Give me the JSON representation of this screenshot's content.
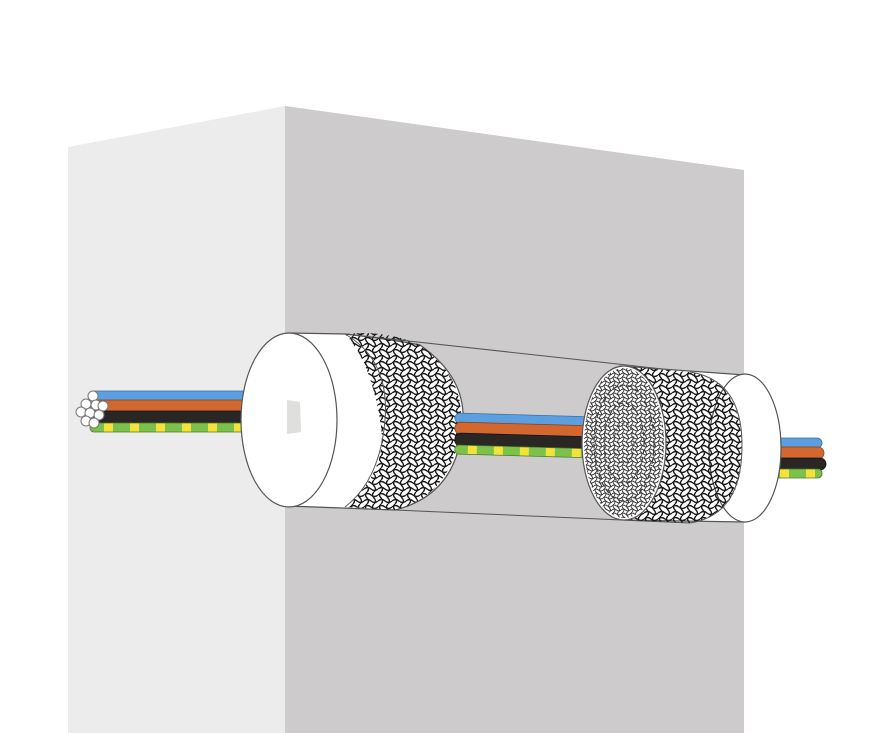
{
  "colors": {
    "background": "#ffffff",
    "wall_side": "#ececec",
    "wall_front": "#cdcbcc",
    "seal_white": "#ffffff",
    "outline": "#555555",
    "mesh": "#1a1a1a",
    "wire_blue": "#5b9fe0",
    "wire_brown": "#d2672f",
    "wire_black": "#2a2624",
    "wire_green": "#7cc24a",
    "wire_yellow": "#f3e23a"
  },
  "components": {
    "wall": "wall-block",
    "left_seal": "sealing-collar-with-mesh",
    "right_seal": "sealing-collar-with-mesh",
    "cable": "multi-core-cable"
  },
  "icons": {
    "wall": "wall-block-icon",
    "cable": "cable-icon",
    "mesh": "mesh-icon"
  }
}
